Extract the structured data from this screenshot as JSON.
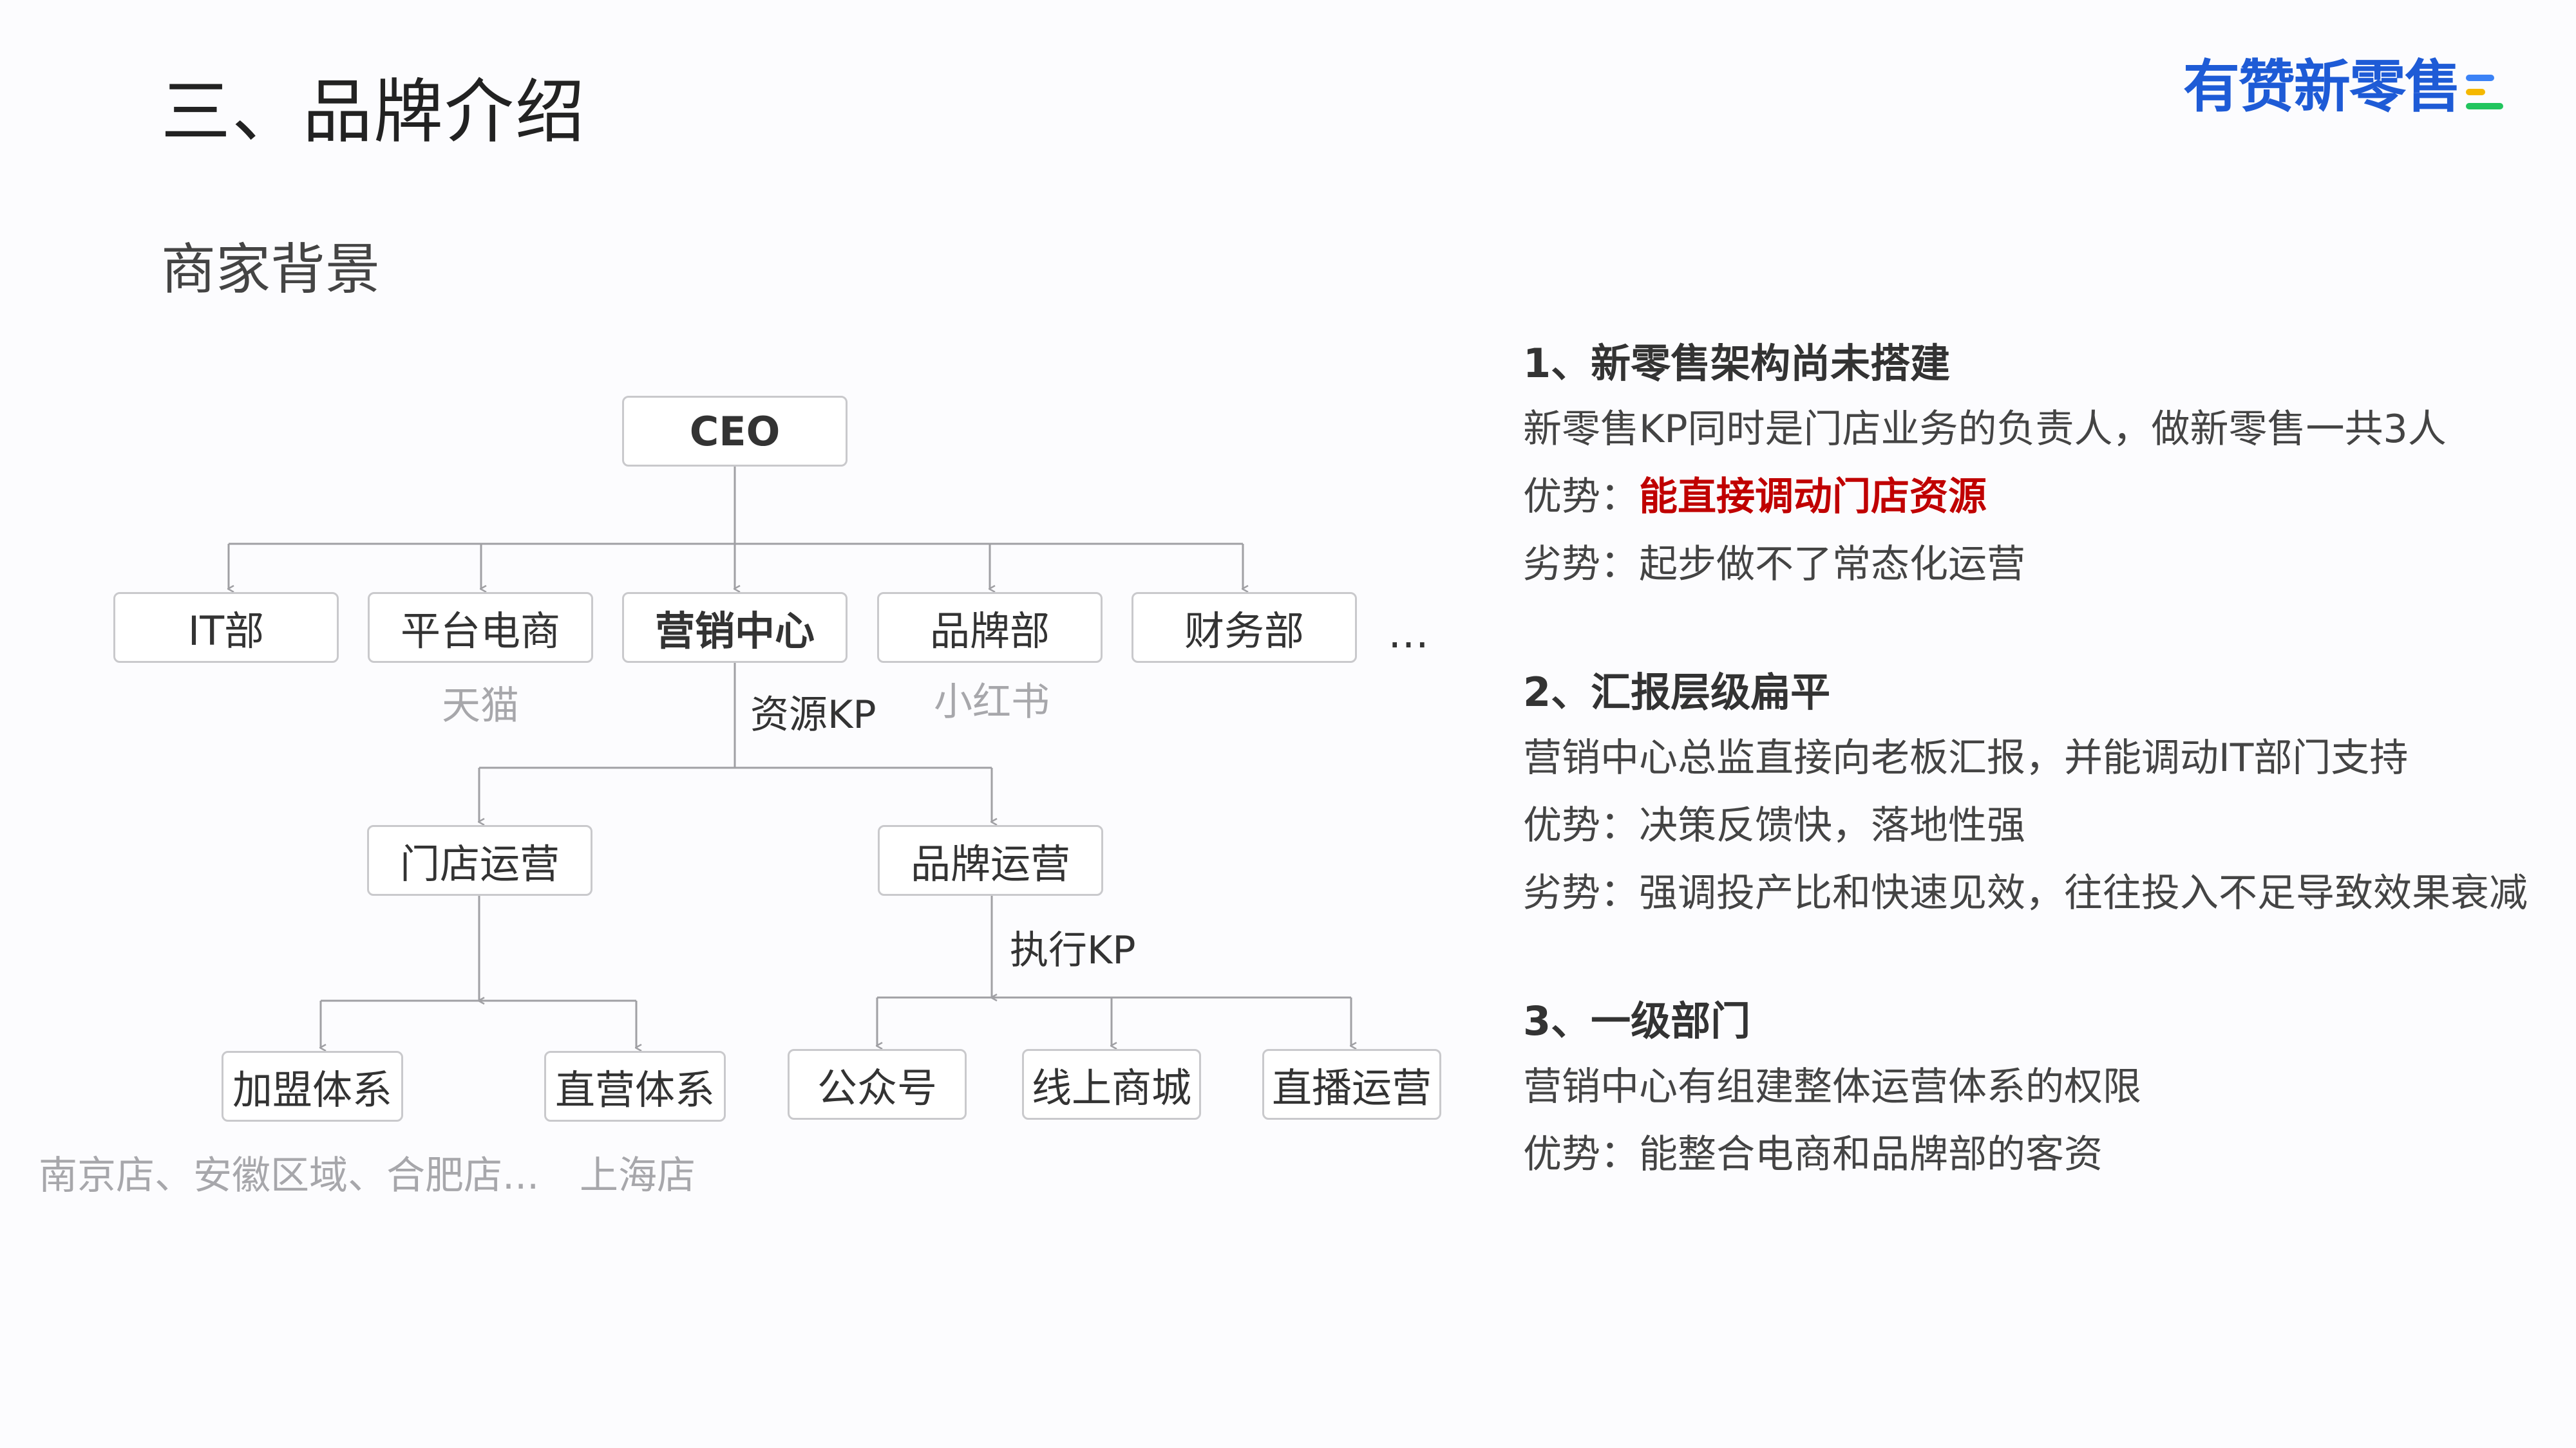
{
  "page": {
    "title": "三、品牌介绍",
    "subtitle": "商家背景"
  },
  "logo": {
    "text": "有赞新零售",
    "colors": [
      "#3b82f6",
      "#f5b800",
      "#22c55e"
    ]
  },
  "org_chart": {
    "root": "CEO",
    "departments": [
      "IT部",
      "平台电商",
      "营销中心",
      "品牌部",
      "财务部"
    ],
    "more": "…",
    "platform_note": "天猫",
    "brand_note": "小红书",
    "resource_kp": "资源KP",
    "operations": [
      "门店运营",
      "品牌运营"
    ],
    "execution_kp": "执行KP",
    "store_systems": [
      "加盟体系",
      "直营体系"
    ],
    "franchise_note": "南京店、安徽区域、合肥店...",
    "direct_note": "上海店",
    "brand_channels": [
      "公众号",
      "线上商城",
      "直播运营"
    ]
  },
  "points": [
    {
      "title": "1、新零售架构尚未搭建",
      "desc": "新零售KP同时是门店业务的负责人，做新零售一共3人",
      "adv_label": "优势：",
      "adv": "能直接调动门店资源",
      "dis": "劣势：起步做不了常态化运营"
    },
    {
      "title": "2、汇报层级扁平",
      "desc": "营销中心总监直接向老板汇报，并能调动IT部门支持",
      "adv": "优势：决策反馈快，落地性强",
      "dis": "劣势：强调投产比和快速见效，往往投入不足导致效果衰减"
    },
    {
      "title": "3、一级部门",
      "desc": "营销中心有组建整体运营体系的权限",
      "adv": "优势：能整合电商和品牌部的客资"
    }
  ],
  "colors": {
    "highlight": "#c00000",
    "logo_blue": "#1e5bd6",
    "node_border": "#c9c9cc",
    "connector": "#a0a0a4",
    "note_gray": "#a7a7ab"
  }
}
